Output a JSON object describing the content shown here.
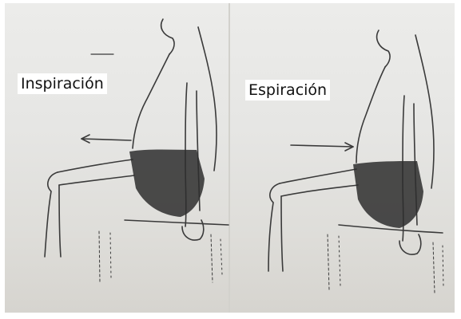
{
  "labels": {
    "inspiration": "Inspiración",
    "expiration": "Espiración"
  },
  "colors": {
    "paper": "#e6e6e4",
    "ink": "#3a3a3a",
    "abdomen_shading": "#2e2e2e",
    "label_background": "#ffffff"
  },
  "arrows": {
    "inspiration_direction": "left",
    "expiration_direction": "right"
  }
}
